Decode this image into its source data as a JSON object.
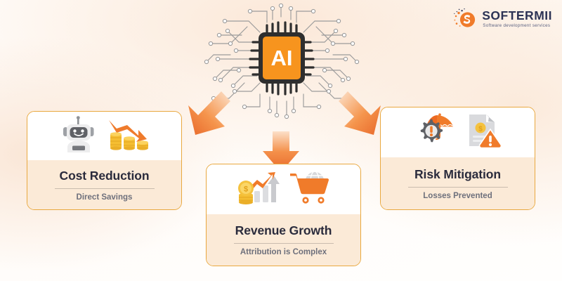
{
  "brand": {
    "logo_name": "SOFTERMII",
    "tagline": "Software development services",
    "mark_icon": "softermii-s-logo-icon",
    "logo_color": "#2C3355",
    "accent_color": "#F07B2A"
  },
  "hero": {
    "chip_label": "AI",
    "chip_icon": "ai-chip-icon",
    "circuit_icon": "circuit-brain-icon",
    "chip_color": "#F7941E",
    "chip_border_color": "#2E2E2E",
    "circuit_color": "#8A8A8A"
  },
  "flow_arrows": [
    {
      "name": "arrow-to-cost-reduction",
      "icon": "arrow-down-left-icon",
      "direction": "down-left"
    },
    {
      "name": "arrow-to-revenue-growth",
      "icon": "arrow-down-icon",
      "direction": "down"
    },
    {
      "name": "arrow-to-risk-mitigation",
      "icon": "arrow-down-right-icon",
      "direction": "down-right"
    }
  ],
  "cards": [
    {
      "id": "cost-reduction",
      "title": "Cost Reduction",
      "subtitle": "Direct Savings",
      "icons": [
        "robot-icon",
        "declining-coin-stacks-icon"
      ]
    },
    {
      "id": "revenue-growth",
      "title": "Revenue Growth",
      "subtitle": "Attribution is Complex",
      "icons": [
        "coins-growth-chart-icon",
        "global-shopping-cart-icon"
      ]
    },
    {
      "id": "risk-mitigation",
      "title": "Risk Mitigation",
      "subtitle": "Losses Prevented",
      "icons": [
        "gear-alert-umbrella-icon",
        "document-warning-icon"
      ]
    }
  ],
  "theme": {
    "card_border": "#E9A83F",
    "card_body_bg": "#FBEAD7",
    "title_color": "#2A2B3C",
    "subtitle_color": "#6E707C",
    "gold": "#F5C242",
    "orange": "#F07B2A",
    "grey": "#9A9A9F"
  }
}
